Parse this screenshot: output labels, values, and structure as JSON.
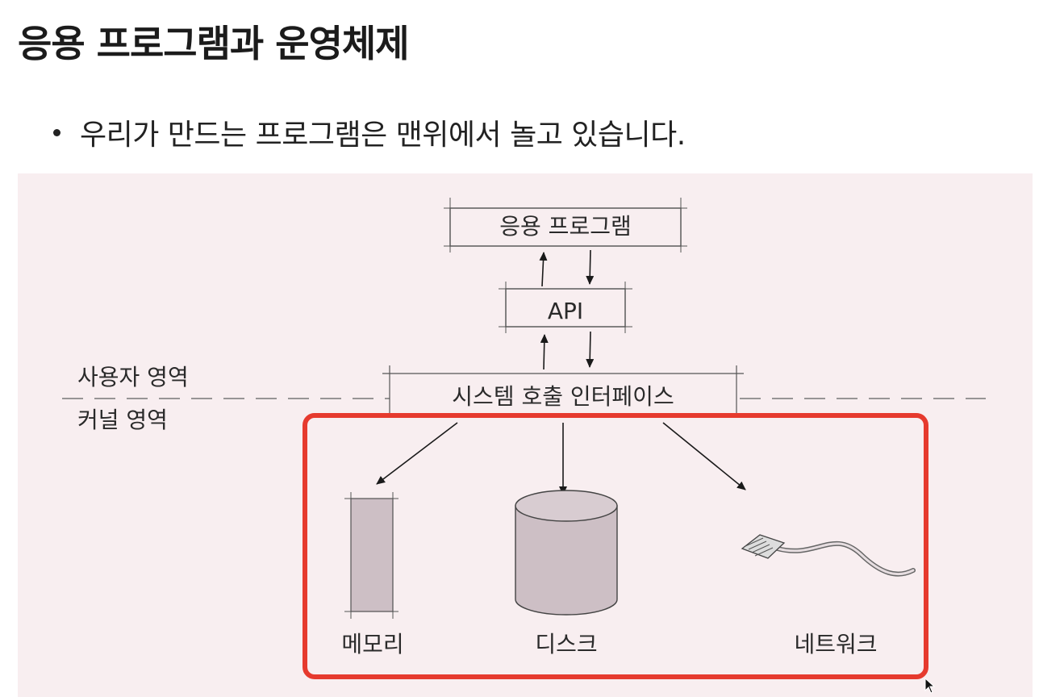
{
  "page": {
    "title": "응용 프로그램과 운영체제",
    "bullet": "우리가 만드는 프로그램은 맨위에서 놀고 있습니다."
  },
  "diagram": {
    "app_box": "응용 프로그램",
    "api_box": "API",
    "syscall_box": "시스템 호출 인터페이스",
    "user_area": "사용자 영역",
    "kernel_area": "커널 영역",
    "memory": "메모리",
    "disk": "디스크",
    "network": "네트워크",
    "highlight_color": "#e63a2e"
  }
}
